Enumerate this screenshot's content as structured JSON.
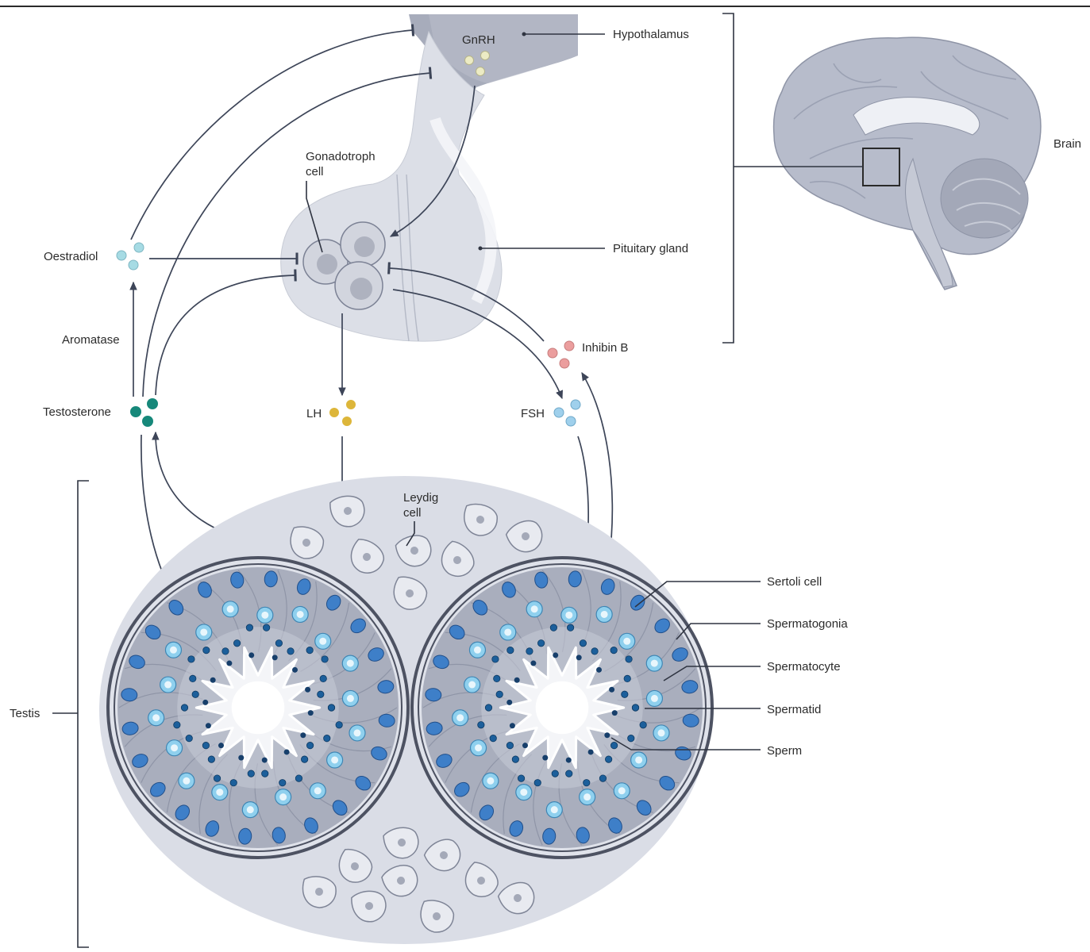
{
  "labels": {
    "gnrh": "GnRH",
    "hypothalamus": "Hypothalamus",
    "brain": "Brain",
    "gonadotroph_line1": "Gonadotroph",
    "gonadotroph_line2": "cell",
    "oestradiol": "Oestradiol",
    "pituitary": "Pituitary gland",
    "aromatase": "Aromatase",
    "inhibin_b": "Inhibin B",
    "testosterone": "Testosterone",
    "lh": "LH",
    "fsh": "FSH",
    "leydig_line1": "Leydig",
    "leydig_line2": "cell",
    "sertoli": "Sertoli cell",
    "spermatogonia": "Spermatogonia",
    "spermatocyte": "Spermatocyte",
    "spermatid": "Spermatid",
    "sperm": "Sperm",
    "testis": "Testis"
  },
  "colors": {
    "gnrh": "#ecebc4",
    "oestradiol": "#a6dbe4",
    "inhibin_b": "#eb9e9e",
    "testosterone": "#16887a",
    "lh": "#ddb63a",
    "fsh": "#9fd0ec",
    "tissue": "#dadde6",
    "spermatogonia": "#3e7fc8",
    "spermatocyte": "#8fd0ee",
    "spermatid": "#1c5f9b"
  }
}
